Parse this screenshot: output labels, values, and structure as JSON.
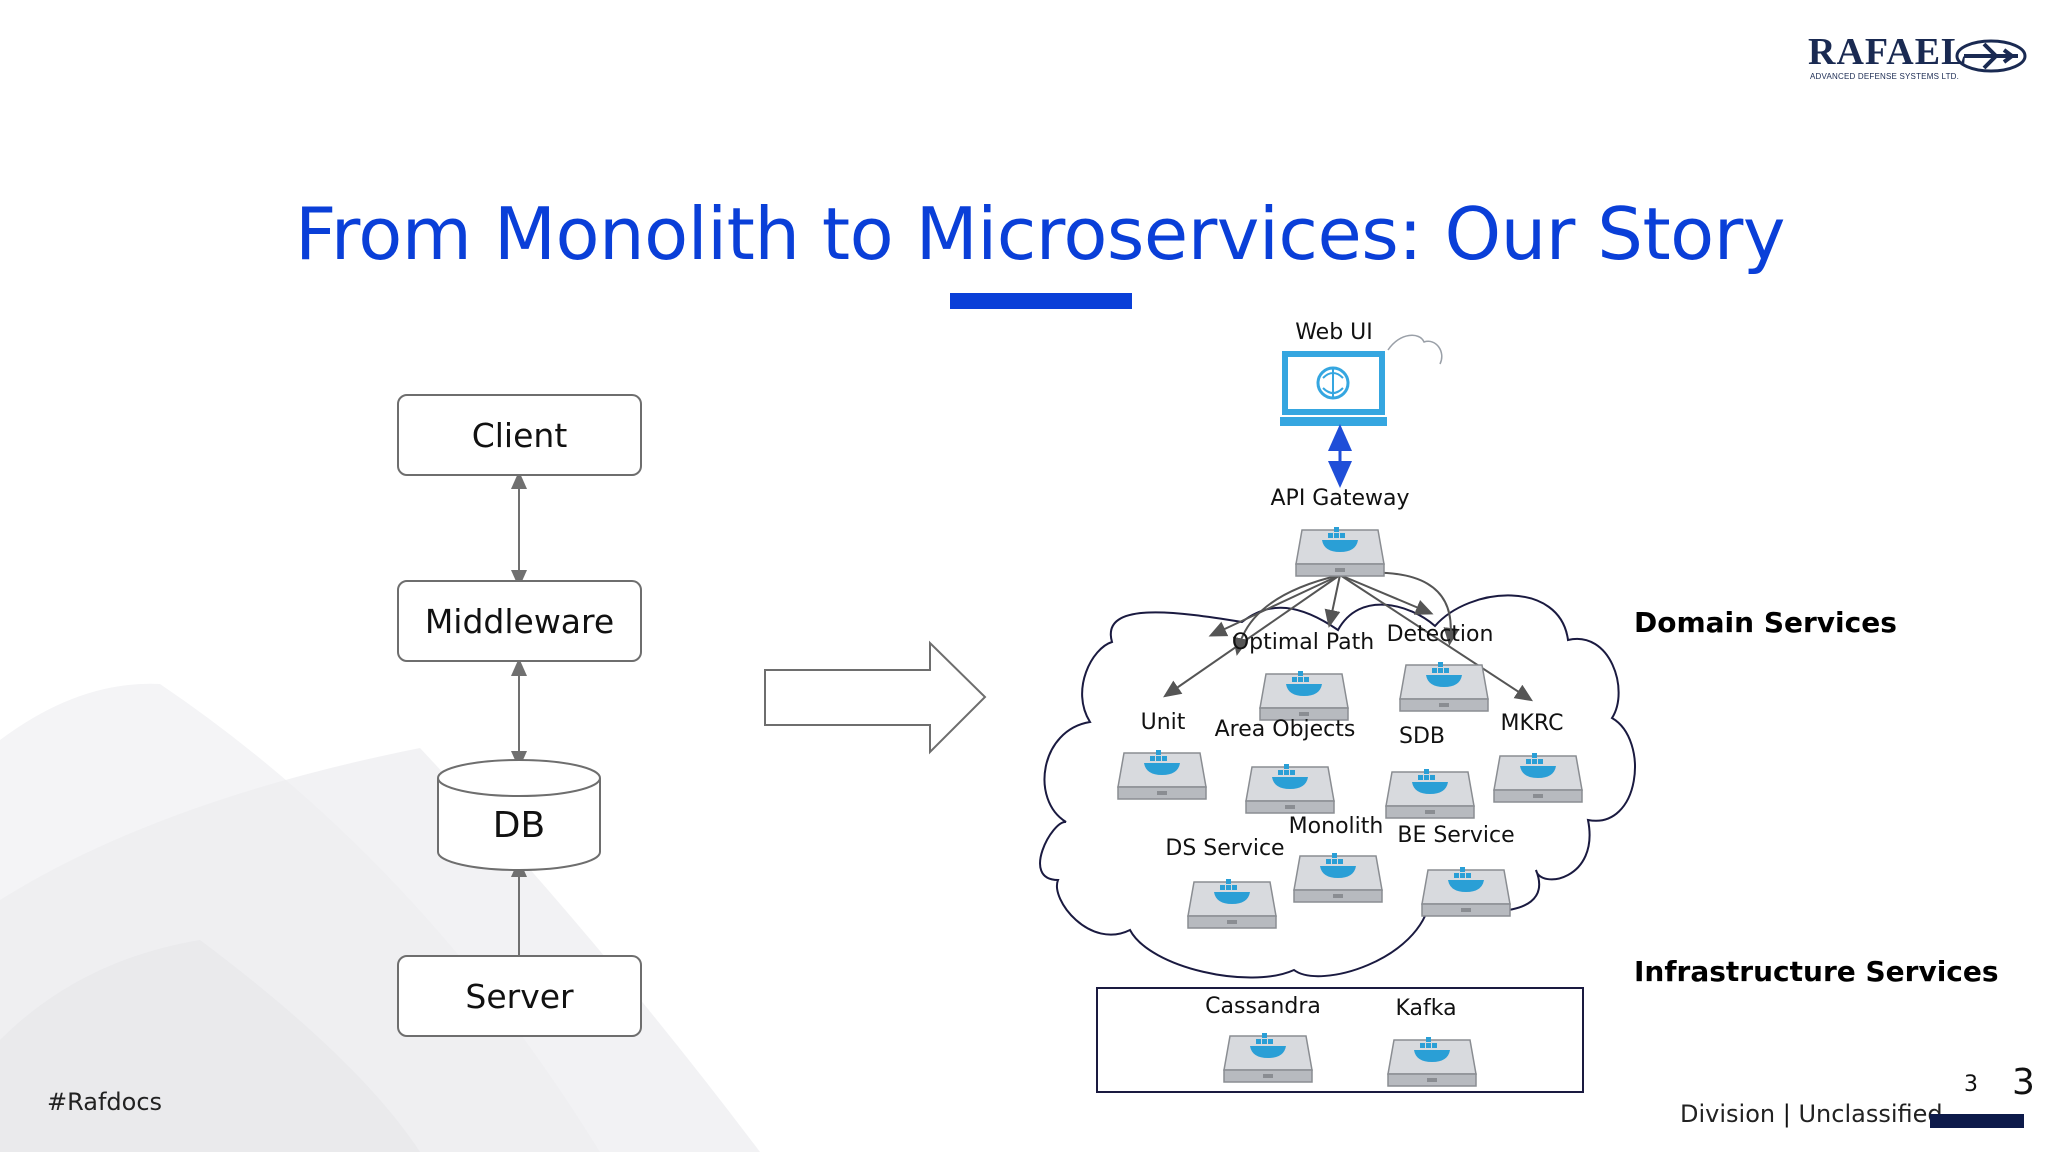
{
  "slide": {
    "title": "From Monolith to Microservices: Our Story",
    "footer_tag": "#Rafdocs",
    "footer_division": "Division",
    "footer_separator": "|",
    "footer_classification": "Unclassified",
    "page_number_small": "3",
    "page_number_large": "3"
  },
  "logo": {
    "wordmark": "RAFAEL",
    "subtitle": "ADVANCED DEFENSE SYSTEMS LTD."
  },
  "monolith_diagram": {
    "client": "Client",
    "middleware": "Middleware",
    "db": "DB",
    "server": "Server"
  },
  "microservices_diagram": {
    "web_ui": "Web UI",
    "api_gateway": "API Gateway",
    "domain_services_label": "Domain Services",
    "infrastructure_services_label": "Infrastructure Services",
    "services": {
      "optimal_path": "Optimal Path",
      "detection": "Detection",
      "unit": "Unit",
      "area_objects": "Area Objects",
      "sdb": "SDB",
      "mkrc": "MKRC",
      "monolith": "Monolith",
      "ds_service": "DS Service",
      "be_service": "BE Service",
      "cassandra": "Cassandra",
      "kafka": "Kafka"
    },
    "container_badge": "docker"
  },
  "colors": {
    "title_blue": "#0a3fd8",
    "docker_blue": "#2a9fd6",
    "web_ui_blue": "#35a6e0",
    "arrow_blue": "#1f4ed8",
    "navy": "#0d1a4a"
  }
}
